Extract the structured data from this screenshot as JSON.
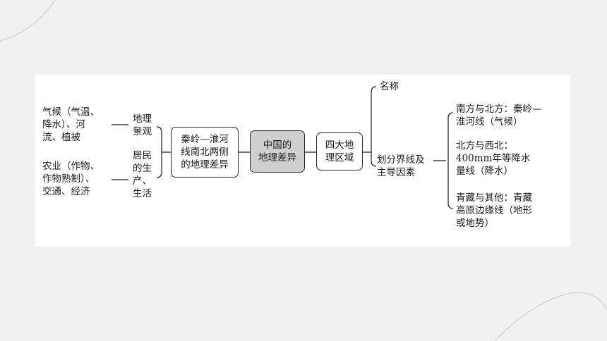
{
  "diagram": {
    "left_groups": [
      {
        "lines": [
          "气候（气温、",
          "降水）、河",
          "流、植被"
        ]
      },
      {
        "lines": [
          "农业（作物、",
          "作物熟制）、",
          "交通、经济"
        ]
      }
    ],
    "mid_labels": [
      {
        "lines": [
          "地理",
          "景观"
        ]
      },
      {
        "lines": [
          "居民",
          "的生",
          "产、",
          "生活"
        ]
      }
    ],
    "box_qinling": "秦岭—淮河\n线南北两侧\n的地理差异",
    "box_center": "中国的\n地理差异",
    "box_regions": "四大地\n理区域",
    "branch_name": "名称",
    "branch_boundary": {
      "lines": [
        "划分界线及",
        "主导因素"
      ]
    },
    "right_items": [
      {
        "lines": [
          "南方与北方：秦岭—",
          "淮河线（气候）"
        ]
      },
      {
        "lines": [
          "北方与西北：",
          "400mm年等降水",
          "量线（降水）"
        ]
      },
      {
        "lines": [
          "青藏与其他：青藏",
          "高原边缘线（地形",
          "或地势）"
        ]
      }
    ]
  }
}
